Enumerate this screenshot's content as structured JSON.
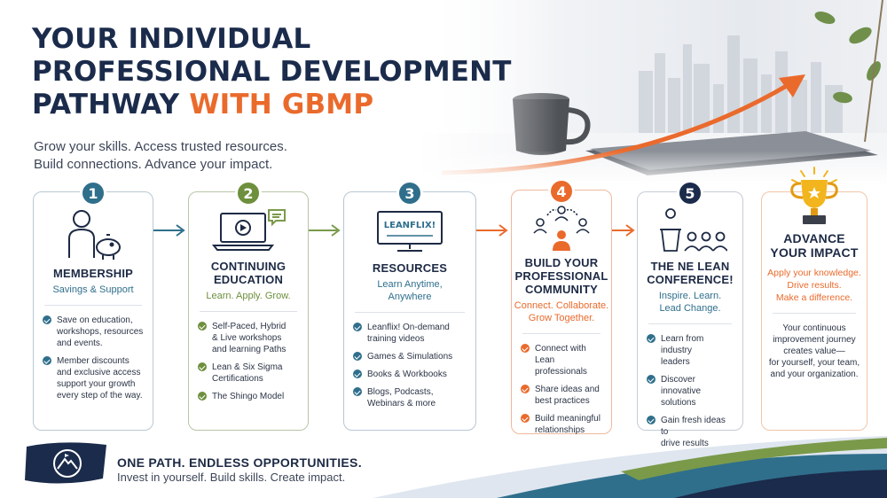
{
  "header": {
    "title_line1": "YOUR INDIVIDUAL",
    "title_line2": "PROFESSIONAL DEVELOPMENT",
    "title_line3_plain": "PATHWAY ",
    "title_line3_accent": "WITH GBMP",
    "subtitle_line1": "Grow your skills. Access trusted resources.",
    "subtitle_line2": "Build connections. Advance your impact."
  },
  "colors": {
    "navy": "#1b2b4b",
    "orange": "#ea6a2c",
    "teal": "#2f6f8c",
    "olive": "#6e8f3d",
    "green": "#7a9a4a"
  },
  "steps": [
    {
      "number": "1",
      "title_line1": "MEMBERSHIP",
      "tagline_line1": "Savings & Support",
      "icon": "person-piggy-bank-icon",
      "bullets": [
        [
          "Save on education,",
          "workshops, resources",
          "and events."
        ],
        [
          "Member discounts",
          "and exclusive access",
          "support your growth",
          "every step of the way."
        ]
      ]
    },
    {
      "number": "2",
      "title_line1": "CONTINUING",
      "title_line2": "EDUCATION",
      "tagline_line1": "Learn. Apply. Grow.",
      "icon": "laptop-video-icon",
      "bullets": [
        [
          "Self-Paced, Hybrid",
          "& Live workshops",
          "and learning Paths"
        ],
        [
          "Lean & Six Sigma",
          "Certifications"
        ],
        [
          "The Shingo Model"
        ]
      ]
    },
    {
      "number": "3",
      "title_line1": "RESOURCES",
      "tagline_line1": "Learn Anytime,",
      "tagline_line2": "Anywhere",
      "icon": "monitor-icon",
      "screen_text": "LEANFLIX!",
      "bullets": [
        [
          "Leanflix! On-demand",
          "training videos"
        ],
        [
          "Games & Simulations"
        ],
        [
          "Books & Workbooks"
        ],
        [
          "Blogs, Podcasts,",
          "Webinars & more"
        ]
      ]
    },
    {
      "number": "4",
      "title_line1": "BUILD YOUR",
      "title_line2": "PROFESSIONAL",
      "title_line3": "COMMUNITY",
      "tagline_line1": "Connect. Collaborate.",
      "tagline_line2": "Grow Together.",
      "icon": "network-people-icon",
      "bullets": [
        [
          "Connect with Lean",
          "professionals"
        ],
        [
          "Share ideas and",
          "best practices"
        ],
        [
          "Build meaningful",
          "relationships"
        ]
      ]
    },
    {
      "number": "5",
      "title_line1": "THE NE LEAN",
      "title_line2": "CONFERENCE!",
      "tagline_line1": "Inspire. Learn.",
      "tagline_line2": "Lead Change.",
      "icon": "speaker-audience-icon",
      "bullets": [
        [
          "Learn from industry",
          "leaders"
        ],
        [
          "Discover innovative",
          "solutions"
        ],
        [
          "Gain fresh ideas to",
          "drive results"
        ]
      ]
    },
    {
      "title_line1": "ADVANCE",
      "title_line2": "YOUR IMPACT",
      "tag_line1": "Apply your knowledge.",
      "tag_line2": "Drive results.",
      "tag_line3": "Make a difference.",
      "icon": "trophy-icon",
      "body_line1": "Your continuous",
      "body_line2": "improvement journey",
      "body_line3": "creates value—",
      "body_line4": "for yourself, your team,",
      "body_line5": "and your organization."
    }
  ],
  "footer": {
    "headline": "ONE PATH. ENDLESS OPPORTUNITIES.",
    "subline": "Invest in yourself. Build skills. Create impact.",
    "logo_icon": "mountain-logo-icon"
  }
}
